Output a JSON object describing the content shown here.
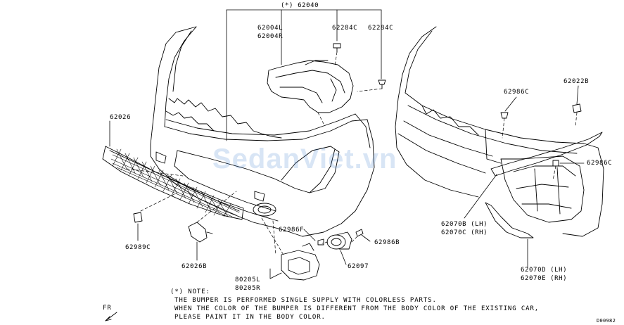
{
  "colors": {
    "line": "#000000",
    "background": "#ffffff",
    "watermark": "#286ec8"
  },
  "watermark": "SedanViet.vn",
  "labels": {
    "assy_62040": "(*) 62040",
    "p62004l": "62004L",
    "p62004r": "62004R",
    "p62284c_a": "62284C",
    "p62284c_b": "62284C",
    "p62026": "62026",
    "p62989c": "62989C",
    "p62026b": "62026B",
    "p62986f": "62986F",
    "p62986b": "62986B",
    "p62097": "62097",
    "p80205l": "80205L",
    "p80205r": "80205R",
    "p62986c_top": "62986C",
    "p62022b": "62022B",
    "p62986c_right": "62986C",
    "p62070b": "62070B (LH)",
    "p62070c": "62070C (RH)",
    "p62070d": "62070D (LH)",
    "p62070e": "62070E (RH)"
  },
  "note": {
    "heading": "(*) NOTE:",
    "line1": "THE BUMPER IS PERFORMED SINGLE SUPPLY WITH COLORLESS PARTS.",
    "line2": "WHEN THE COLOR OF THE BUMPER IS DIFFERENT FROM THE BODY COLOR OF THE EXISTING CAR,",
    "line3": "PLEASE PAINT IT IN THE BODY COLOR."
  },
  "direction": "FR",
  "diagram_code": "D00982"
}
